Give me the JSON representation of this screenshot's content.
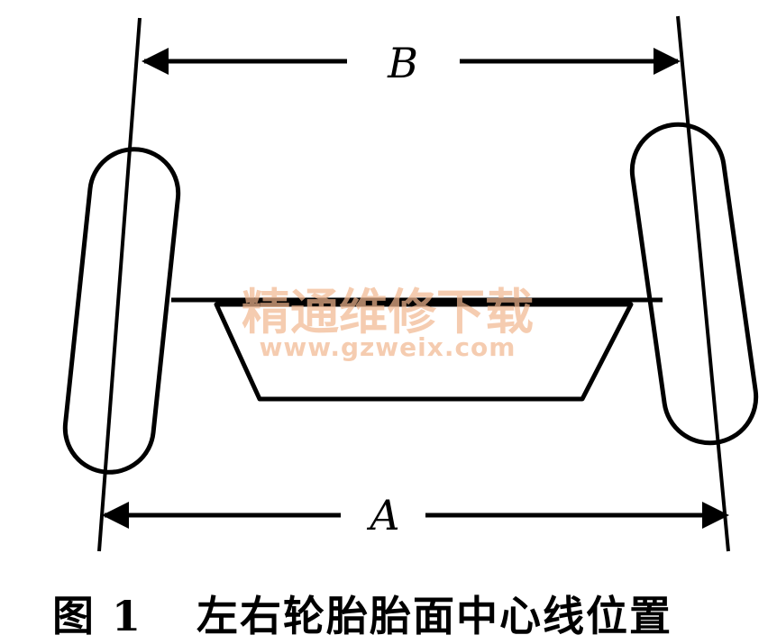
{
  "diagram": {
    "label_top": "B",
    "label_bottom": "A",
    "watermark_cn": "精通维修下载",
    "watermark_url": "www.gzweix.com"
  },
  "caption": {
    "figure_number": "图 1",
    "text": "左右轮胎胎面中心线位置"
  }
}
